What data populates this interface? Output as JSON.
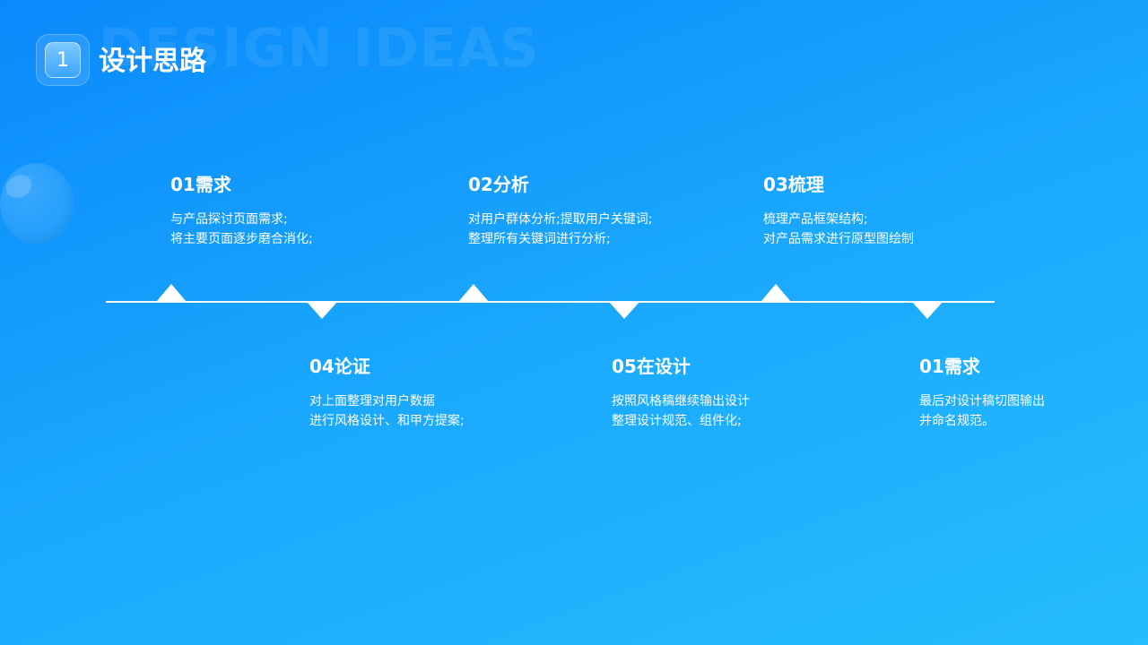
{
  "header": {
    "badge_number": "1",
    "title": "设计思路",
    "watermark": "DESIGN IDEAS"
  },
  "steps_top": [
    {
      "title": "01需求",
      "lines": [
        "与产品探讨页面需求;",
        "将主要页面逐步磨合消化;"
      ]
    },
    {
      "title": "02分析",
      "lines": [
        "对用户群体分析;提取用户关键词;",
        "整理所有关键词进行分析;"
      ]
    },
    {
      "title": "03梳理",
      "lines": [
        "梳理产品框架结构;",
        "对产品需求进行原型图绘制"
      ]
    }
  ],
  "steps_bottom": [
    {
      "title": "04论证",
      "lines": [
        "对上面整理对用户数据",
        "进行风格设计、和甲方提案;"
      ]
    },
    {
      "title": "05在设计",
      "lines": [
        "按照风格稿继续输出设计",
        "整理设计规范、组件化;"
      ]
    },
    {
      "title": "01需求",
      "lines": [
        "最后对设计稿切图输出",
        "并命名规范。"
      ]
    }
  ],
  "colors": {
    "background_start": "#0a89fb",
    "background_end": "#25bdfd",
    "text": "#ffffff",
    "line": "#ffffff"
  }
}
